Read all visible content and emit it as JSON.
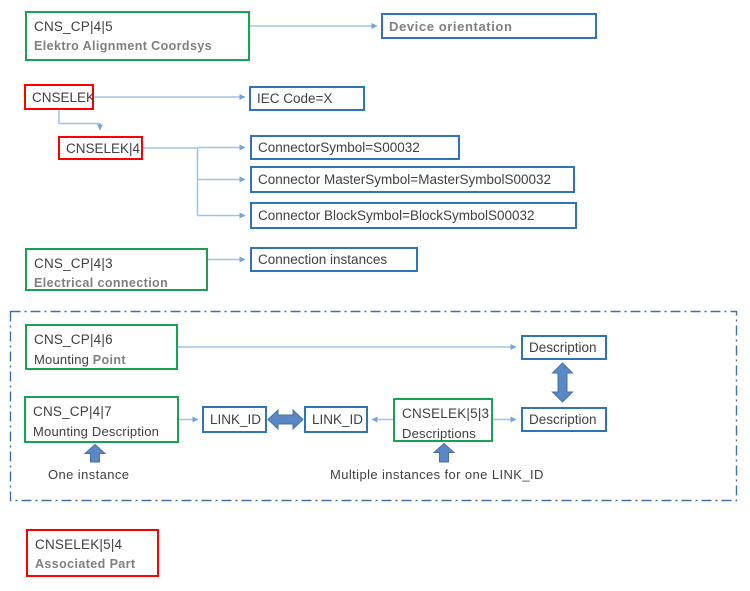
{
  "nodes": {
    "cp45": {
      "line1": "CNS_CP|4|5",
      "line2": "Elektro Alignment Coordsys"
    },
    "device_orientation": {
      "label": "Device orientation"
    },
    "cnselek": {
      "label": "CNSELEK"
    },
    "iec_code": {
      "label": "IEC Code=X"
    },
    "cnselek4": {
      "label": "CNSELEK|4"
    },
    "connector_symbol": {
      "label": "ConnectorSymbol=S00032"
    },
    "connector_master_symbol": {
      "label": "Connector MasterSymbol=MasterSymbolS00032"
    },
    "connector_block_symbol": {
      "label": "Connector BlockSymbol=BlockSymbolS00032"
    },
    "cp43": {
      "line1": "CNS_CP|4|3",
      "line2": "Electrical connection"
    },
    "connection_instances": {
      "label": "Connection instances"
    },
    "cp46": {
      "line1": "CNS_CP|4|6",
      "line2_plain": "Mounting",
      "line2_gray": "Point"
    },
    "description_top": {
      "label": "Description"
    },
    "cp47": {
      "line1": "CNS_CP|4|7",
      "line2": "Mounting Description"
    },
    "link_id_left": {
      "label": "LINK_ID"
    },
    "link_id_right": {
      "label": "LINK_ID"
    },
    "cnselek53": {
      "line1": "CNSELEK|5|3",
      "line2": "Descriptions"
    },
    "description_bottom": {
      "label": "Description"
    },
    "cnselek54": {
      "line1": "CNSELEK|5|4",
      "line2": "Associated Part"
    }
  },
  "annotations": {
    "one_instance": "One instance",
    "multiple_instances": "Multiple instances for one LINK_ID"
  },
  "colors": {
    "green_border": "#17A351",
    "red_border": "#FE0000",
    "blue_border": "#2E75B6",
    "connector_line": "#9DC3E6",
    "connector_arrowhead": "#76A3D8",
    "block_arrow_fill": "#5B87C5",
    "block_arrow_stroke": "#4472A8",
    "dashed_container": "#41719C",
    "text_dark": "#404040",
    "text_gray": "#7F7F7F"
  }
}
